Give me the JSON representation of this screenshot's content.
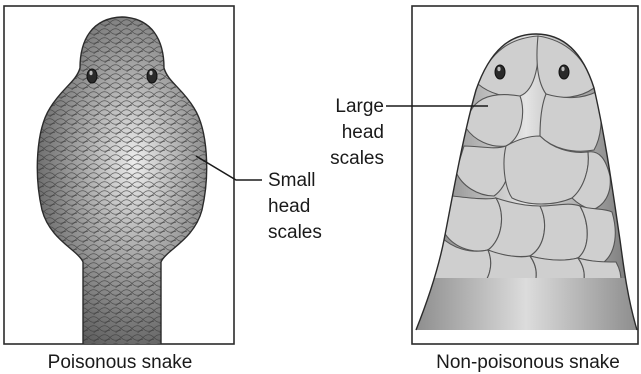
{
  "left_panel": {
    "caption": "Poisonous snake",
    "callout": [
      "Small",
      "head",
      "scales"
    ]
  },
  "right_panel": {
    "caption": "Non-poisonous snake",
    "callout": [
      "Large",
      "head",
      "scales"
    ]
  },
  "colors": {
    "frame": "#2b2b2b",
    "text": "#1a1a1a",
    "scale_light": "#e6e6e6",
    "scale_dark": "#5c5c5c",
    "scale_edge": "#3a3a3a"
  }
}
